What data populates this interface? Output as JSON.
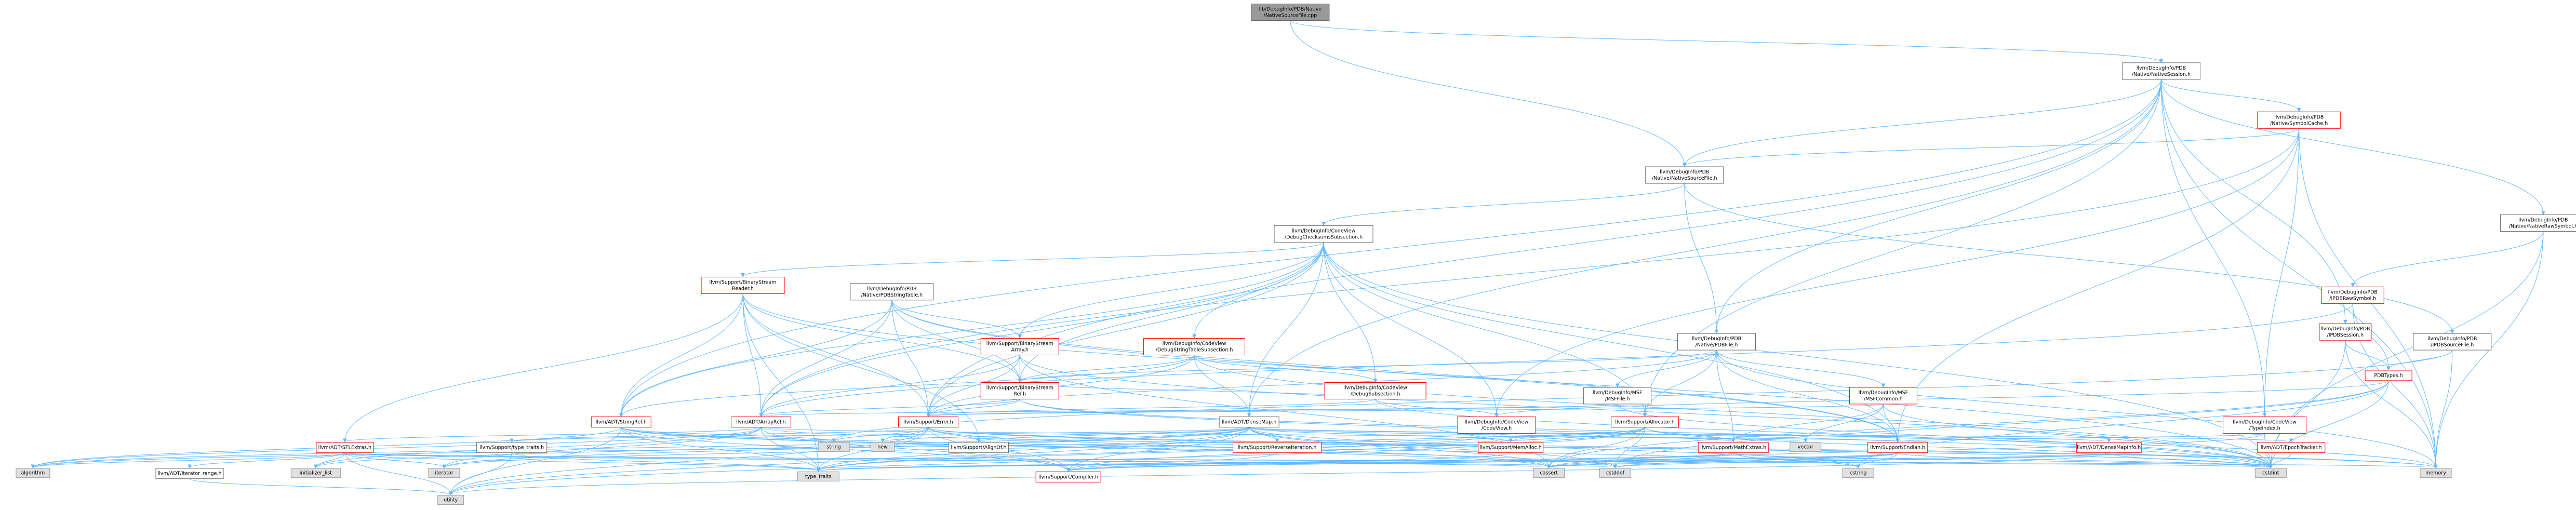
{
  "colors": {
    "edge": "#63b8ff",
    "root_fill": "#999999",
    "node_border": "#666666",
    "incomplete_border": "#ff0000",
    "system_header_fill": "#e0e0e0"
  },
  "nodes": [
    {
      "id": "n0",
      "kind": "root",
      "lines": [
        "lib/DebugInfo/PDB/Native",
        "/NativeSourceFile.cpp"
      ]
    },
    {
      "id": "n1",
      "kind": "normal",
      "lines": [
        "llvm/DebugInfo/PDB",
        "/Native/NativeSession.h"
      ]
    },
    {
      "id": "n2",
      "kind": "red",
      "lines": [
        "llvm/DebugInfo/PDB",
        "/Native/SymbolCache.h"
      ]
    },
    {
      "id": "n3",
      "kind": "normal",
      "lines": [
        "llvm/DebugInfo/PDB",
        "/Native/NativeSourceFile.h"
      ]
    },
    {
      "id": "n4",
      "kind": "normal",
      "lines": [
        "llvm/DebugInfo/CodeView",
        "/DebugChecksumsSubsection.h"
      ]
    },
    {
      "id": "n5",
      "kind": "red",
      "lines": [
        "llvm/DebugInfo/PDB",
        "/IPDBSession.h"
      ]
    },
    {
      "id": "n6",
      "kind": "normal",
      "lines": [
        "llvm/DebugInfo/PDB",
        "/Native/NativeRawSymbol.h"
      ]
    },
    {
      "id": "n7",
      "kind": "red",
      "lines": [
        "llvm/DebugInfo/PDB",
        "/IPDBRawSymbol.h"
      ]
    },
    {
      "id": "n8",
      "kind": "red",
      "lines": [
        "llvm/Support/BinaryStream",
        "Reader.h"
      ]
    },
    {
      "id": "n9",
      "kind": "normal",
      "lines": [
        "llvm/DebugInfo/PDB",
        "/Native/PDBStringTable.h"
      ]
    },
    {
      "id": "n10",
      "kind": "red",
      "lines": [
        "llvm/Support/BinaryStream",
        "Array.h"
      ]
    },
    {
      "id": "n11",
      "kind": "red",
      "lines": [
        "llvm/DebugInfo/CodeView",
        "/DebugStringTableSubsection.h"
      ]
    },
    {
      "id": "n12",
      "kind": "normal",
      "lines": [
        "llvm/DebugInfo/PDB",
        "/Native/PDBFile.h"
      ]
    },
    {
      "id": "n13",
      "kind": "normal",
      "lines": [
        "llvm/DebugInfo/PDB",
        "/IPDBSourceFile.h"
      ]
    },
    {
      "id": "n14",
      "kind": "red",
      "lines": [
        "PDBTypes.h"
      ]
    },
    {
      "id": "n15",
      "kind": "red",
      "lines": [
        "llvm/Support/BinaryStream",
        "Ref.h"
      ]
    },
    {
      "id": "n16",
      "kind": "red",
      "lines": [
        "llvm/DebugInfo/CodeView",
        "/DebugSubsection.h"
      ]
    },
    {
      "id": "n17",
      "kind": "normal",
      "lines": [
        "llvm/DebugInfo/MSF",
        "/MSFFile.h"
      ]
    },
    {
      "id": "n18",
      "kind": "red",
      "lines": [
        "llvm/DebugInfo/MSF",
        "/MSFCommon.h"
      ]
    },
    {
      "id": "n19",
      "kind": "red",
      "lines": [
        "llvm/DebugInfo/CodeView",
        "/TypeIndex.h"
      ]
    },
    {
      "id": "n20",
      "kind": "red",
      "lines": [
        "llvm/ADT/StringRef.h"
      ]
    },
    {
      "id": "n21",
      "kind": "red",
      "lines": [
        "llvm/ADT/ArrayRef.h"
      ]
    },
    {
      "id": "n22",
      "kind": "red",
      "lines": [
        "llvm/Support/Error.h"
      ]
    },
    {
      "id": "n23",
      "kind": "normal",
      "lines": [
        "llvm/ADT/DenseMap.h"
      ]
    },
    {
      "id": "n24",
      "kind": "red",
      "lines": [
        "llvm/DebugInfo/CodeView",
        "/CodeView.h"
      ]
    },
    {
      "id": "n25",
      "kind": "red",
      "lines": [
        "llvm/Support/Allocator.h"
      ]
    },
    {
      "id": "n26",
      "kind": "red",
      "lines": [
        "llvm/ADT/STLExtras.h"
      ]
    },
    {
      "id": "n27",
      "kind": "normal",
      "lines": [
        "llvm/Support/type_traits.h"
      ]
    },
    {
      "id": "n28",
      "kind": "normal",
      "lines": [
        "llvm/Support/AlignOf.h"
      ]
    },
    {
      "id": "n29",
      "kind": "red",
      "lines": [
        "llvm/Support/ReverseIteration.h"
      ]
    },
    {
      "id": "n30",
      "kind": "red",
      "lines": [
        "llvm/Support/MemAlloc.h"
      ]
    },
    {
      "id": "n31",
      "kind": "red",
      "lines": [
        "llvm/Support/MathExtras.h"
      ]
    },
    {
      "id": "n32",
      "kind": "red",
      "lines": [
        "llvm/Support/Endian.h"
      ]
    },
    {
      "id": "n33",
      "kind": "red",
      "lines": [
        "llvm/ADT/DenseMapInfo.h"
      ]
    },
    {
      "id": "n34",
      "kind": "red",
      "lines": [
        "llvm/ADT/EpochTracker.h"
      ]
    },
    {
      "id": "n35",
      "kind": "normal",
      "lines": [
        "llvm/ADT/iterator_range.h"
      ]
    },
    {
      "id": "n36",
      "kind": "red",
      "lines": [
        "llvm/Support/Compiler.h"
      ]
    },
    {
      "id": "g_string",
      "kind": "gray",
      "lines": [
        "string"
      ]
    },
    {
      "id": "g_new",
      "kind": "gray",
      "lines": [
        "new"
      ]
    },
    {
      "id": "g_vector",
      "kind": "gray",
      "lines": [
        "vector"
      ]
    },
    {
      "id": "g_algorithm",
      "kind": "gray",
      "lines": [
        "algorithm"
      ]
    },
    {
      "id": "g_initializer_list",
      "kind": "gray",
      "lines": [
        "initializer_list"
      ]
    },
    {
      "id": "g_iterator",
      "kind": "gray",
      "lines": [
        "iterator"
      ]
    },
    {
      "id": "g_type_traits",
      "kind": "gray",
      "lines": [
        "type_traits"
      ]
    },
    {
      "id": "g_cassert",
      "kind": "gray",
      "lines": [
        "cassert"
      ]
    },
    {
      "id": "g_cstddef",
      "kind": "gray",
      "lines": [
        "cstddef"
      ]
    },
    {
      "id": "g_cstring",
      "kind": "gray",
      "lines": [
        "cstring"
      ]
    },
    {
      "id": "g_cstdint",
      "kind": "gray",
      "lines": [
        "cstdint"
      ]
    },
    {
      "id": "g_memory",
      "kind": "gray",
      "lines": [
        "memory"
      ]
    },
    {
      "id": "g_utility",
      "kind": "gray",
      "lines": [
        "utility"
      ]
    }
  ],
  "edges": [
    [
      "n0",
      "n1"
    ],
    [
      "n0",
      "n3"
    ],
    [
      "n1",
      "n2"
    ],
    [
      "n1",
      "n5"
    ],
    [
      "n1",
      "n6"
    ],
    [
      "n1",
      "n3"
    ],
    [
      "n1",
      "n12"
    ],
    [
      "n1",
      "n19"
    ],
    [
      "n1",
      "n23"
    ],
    [
      "n1",
      "n22"
    ],
    [
      "n1",
      "n20"
    ],
    [
      "n1",
      "g_memory"
    ],
    [
      "n1",
      "n25"
    ],
    [
      "n2",
      "n3"
    ],
    [
      "n2",
      "n19"
    ],
    [
      "n2",
      "n21"
    ],
    [
      "n2",
      "n32"
    ],
    [
      "n2",
      "n24"
    ],
    [
      "n2",
      "g_memory"
    ],
    [
      "n3",
      "n4"
    ],
    [
      "n3",
      "n12"
    ],
    [
      "n3",
      "n13"
    ],
    [
      "n4",
      "n8"
    ],
    [
      "n4",
      "n10"
    ],
    [
      "n4",
      "n15"
    ],
    [
      "n4",
      "n16"
    ],
    [
      "n4",
      "n11"
    ],
    [
      "n4",
      "n20"
    ],
    [
      "n4",
      "n21"
    ],
    [
      "n4",
      "n22"
    ],
    [
      "n4",
      "n23"
    ],
    [
      "n4",
      "n24"
    ],
    [
      "n4",
      "n25"
    ],
    [
      "n4",
      "n32"
    ],
    [
      "n4",
      "g_cstdint"
    ],
    [
      "n5",
      "n14"
    ],
    [
      "n5",
      "g_memory"
    ],
    [
      "n5",
      "g_cstdint"
    ],
    [
      "n6",
      "n7"
    ],
    [
      "n6",
      "g_cstdint"
    ],
    [
      "n6",
      "g_memory"
    ],
    [
      "n7",
      "n14"
    ],
    [
      "n7",
      "n21"
    ],
    [
      "n7",
      "g_memory"
    ],
    [
      "n8",
      "n20"
    ],
    [
      "n8",
      "n21"
    ],
    [
      "n8",
      "n15"
    ],
    [
      "n8",
      "n22"
    ],
    [
      "n8",
      "n26"
    ],
    [
      "n8",
      "n32"
    ],
    [
      "n8",
      "n28"
    ],
    [
      "n8",
      "g_type_traits"
    ],
    [
      "n9",
      "n10"
    ],
    [
      "n9",
      "n15"
    ],
    [
      "n9",
      "n20"
    ],
    [
      "n9",
      "n21"
    ],
    [
      "n9",
      "n22"
    ],
    [
      "n9",
      "n32"
    ],
    [
      "n9",
      "g_cstdint"
    ],
    [
      "n10",
      "n15"
    ],
    [
      "n10",
      "n21"
    ],
    [
      "n10",
      "n22"
    ],
    [
      "n10",
      "g_cassert"
    ],
    [
      "n10",
      "g_cstdint"
    ],
    [
      "n11",
      "n23"
    ],
    [
      "n11",
      "n16"
    ],
    [
      "n11",
      "n15"
    ],
    [
      "n11",
      "n20"
    ],
    [
      "n11",
      "n22"
    ],
    [
      "n11",
      "g_cstdint"
    ],
    [
      "n12",
      "n17"
    ],
    [
      "n12",
      "n18"
    ],
    [
      "n12",
      "n25"
    ],
    [
      "n12",
      "n15"
    ],
    [
      "n12",
      "n22"
    ],
    [
      "n12",
      "n32"
    ],
    [
      "n12",
      "n31"
    ],
    [
      "n12",
      "g_memory"
    ],
    [
      "n13",
      "n14"
    ],
    [
      "n13",
      "g_memory"
    ],
    [
      "n13",
      "g_string"
    ],
    [
      "n14",
      "n24"
    ],
    [
      "n14",
      "g_cstdint"
    ],
    [
      "n14",
      "g_cstddef"
    ],
    [
      "n14",
      "g_cstring"
    ],
    [
      "n14",
      "g_cassert"
    ],
    [
      "n15",
      "n21"
    ],
    [
      "n15",
      "n22"
    ],
    [
      "n15",
      "g_memory"
    ],
    [
      "n15",
      "g_cstdint"
    ],
    [
      "n16",
      "n24"
    ],
    [
      "n16",
      "n15"
    ],
    [
      "n16",
      "n22"
    ],
    [
      "n16",
      "g_cstdint"
    ],
    [
      "n17",
      "n21"
    ],
    [
      "n17",
      "n22"
    ],
    [
      "n17",
      "g_cstdint"
    ],
    [
      "n18",
      "n32"
    ],
    [
      "n18",
      "n31"
    ],
    [
      "n18",
      "n22"
    ],
    [
      "n18",
      "g_vector"
    ],
    [
      "n18",
      "g_cstdint"
    ],
    [
      "n19",
      "n32"
    ],
    [
      "n19",
      "g_cassert"
    ],
    [
      "n19",
      "g_cinttypes"
    ],
    [
      "n19",
      "g_cstdint"
    ],
    [
      "n20",
      "n36"
    ],
    [
      "n20",
      "g_algorithm"
    ],
    [
      "n20",
      "g_cassert"
    ],
    [
      "n20",
      "g_cstddef"
    ],
    [
      "n20",
      "g_cstring"
    ],
    [
      "n20",
      "g_string"
    ],
    [
      "n20",
      "g_type_traits"
    ],
    [
      "n20",
      "g_utility"
    ],
    [
      "n21",
      "n26"
    ],
    [
      "n21",
      "n36"
    ],
    [
      "n21",
      "g_algorithm"
    ],
    [
      "n21",
      "g_initializer_list"
    ],
    [
      "n21",
      "g_iterator"
    ],
    [
      "n21",
      "g_memory"
    ],
    [
      "n21",
      "g_type_traits"
    ],
    [
      "n21",
      "g_vector"
    ],
    [
      "n22",
      "n36"
    ],
    [
      "n22",
      "g_cassert"
    ],
    [
      "n22",
      "g_cstdint"
    ],
    [
      "n22",
      "g_memory"
    ],
    [
      "n22",
      "g_new"
    ],
    [
      "n22",
      "g_string"
    ],
    [
      "n22",
      "g_type_traits"
    ],
    [
      "n22",
      "g_utility"
    ],
    [
      "n22",
      "n28"
    ],
    [
      "n22",
      "n27"
    ],
    [
      "n23",
      "n33"
    ],
    [
      "n23",
      "n34"
    ],
    [
      "n23",
      "n28"
    ],
    [
      "n23",
      "n36"
    ],
    [
      "n23",
      "n31"
    ],
    [
      "n23",
      "n30"
    ],
    [
      "n23",
      "n29"
    ],
    [
      "n23",
      "n27"
    ],
    [
      "n23",
      "g_algorithm"
    ],
    [
      "n23",
      "g_cassert"
    ],
    [
      "n23",
      "g_cstddef"
    ],
    [
      "n23",
      "g_cstring"
    ],
    [
      "n23",
      "g_initializer_list"
    ],
    [
      "n23",
      "g_iterator"
    ],
    [
      "n23",
      "g_new"
    ],
    [
      "n23",
      "g_type_traits"
    ],
    [
      "n23",
      "g_utility"
    ],
    [
      "n24",
      "n32"
    ],
    [
      "n24",
      "g_cinttypes"
    ],
    [
      "n24",
      "g_type_traits"
    ],
    [
      "n25",
      "n36"
    ],
    [
      "n25",
      "n31"
    ],
    [
      "n25",
      "n30"
    ],
    [
      "n25",
      "g_algorithm"
    ],
    [
      "n25",
      "g_cassert"
    ],
    [
      "n25",
      "g_cstddef"
    ],
    [
      "n25",
      "g_cstdint"
    ],
    [
      "n25",
      "g_iterator"
    ],
    [
      "n25",
      "g_type_traits"
    ],
    [
      "n25",
      "g_utility"
    ],
    [
      "n26",
      "n35"
    ],
    [
      "n26",
      "g_algorithm"
    ],
    [
      "n26",
      "g_cassert"
    ],
    [
      "n26",
      "g_cstddef"
    ],
    [
      "n26",
      "g_cstdint"
    ],
    [
      "n26",
      "g_initializer_list"
    ],
    [
      "n26",
      "g_iterator"
    ],
    [
      "n26",
      "g_memory"
    ],
    [
      "n26",
      "g_type_traits"
    ],
    [
      "n26",
      "g_utility"
    ],
    [
      "n27",
      "g_type_traits"
    ],
    [
      "n27",
      "g_utility"
    ],
    [
      "n29",
      "n36"
    ],
    [
      "n30",
      "n36"
    ],
    [
      "n31",
      "n36"
    ],
    [
      "n31",
      "g_cassert"
    ],
    [
      "n31",
      "g_cstdint"
    ],
    [
      "n31",
      "g_cstring"
    ],
    [
      "n31",
      "g_type_traits"
    ],
    [
      "n32",
      "n36"
    ],
    [
      "n32",
      "g_cassert"
    ],
    [
      "n32",
      "g_cstddef"
    ],
    [
      "n32",
      "g_cstdint"
    ],
    [
      "n32",
      "g_cstring"
    ],
    [
      "n32",
      "g_type_traits"
    ],
    [
      "n33",
      "g_cassert"
    ],
    [
      "n33",
      "g_cstddef"
    ],
    [
      "n33",
      "g_cstdint"
    ],
    [
      "n33",
      "g_tuple"
    ],
    [
      "n33",
      "g_type_traits"
    ],
    [
      "n33",
      "g_utility"
    ],
    [
      "n34",
      "g_cstdint"
    ],
    [
      "n35",
      "g_utility"
    ]
  ]
}
